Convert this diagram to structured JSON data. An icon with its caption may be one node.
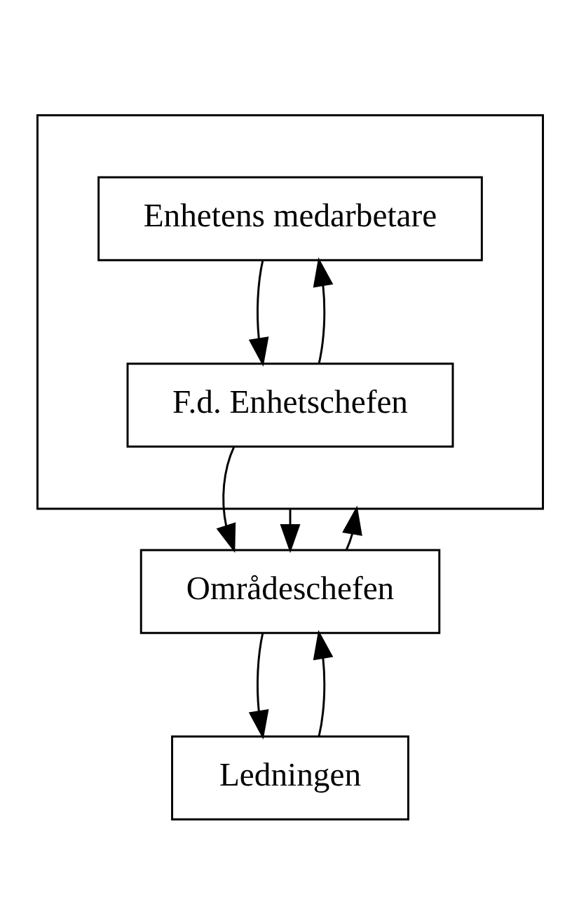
{
  "diagram": {
    "nodes": [
      {
        "text": [],
        "shape": "box"
      },
      {
        "text": [
          "Enhetens medarbetare"
        ],
        "in": 0
      },
      {
        "text": [
          "F.d. Enhetschefen"
        ],
        "in": 0
      },
      {
        "text": [
          "Områdeschefen"
        ]
      },
      {
        "text": [
          "Ledningen"
        ]
      }
    ],
    "edges": [
      {
        "from": 1,
        "to": 2,
        "arrow": "to"
      },
      {
        "from": 2,
        "to": 1,
        "arrow": "to"
      },
      {
        "from": 2,
        "to": 3,
        "arrow": "to"
      },
      {
        "from": 0,
        "to": 3,
        "arrow": "to"
      },
      {
        "from": 3,
        "to": 0,
        "arrow": "to"
      },
      {
        "from": 3,
        "to": 4,
        "arrow": "to"
      },
      {
        "from": 4,
        "to": 3,
        "arrow": "to"
      }
    ]
  }
}
